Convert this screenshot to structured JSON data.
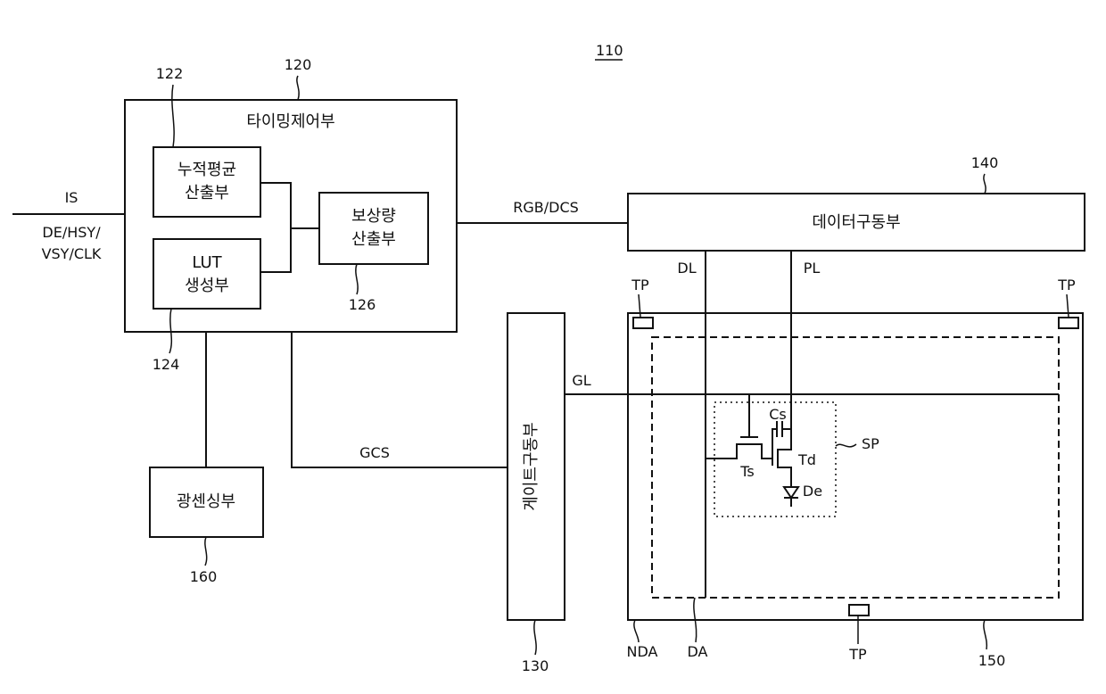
{
  "figure_ref": "110",
  "timing": {
    "ref": "120",
    "title": "타이밍제어부",
    "avg_ref": "122",
    "avg_line1": "누적평균",
    "avg_line2": "산출부",
    "lut_ref": "124",
    "lut_line1": "LUT",
    "lut_line2": "생성부",
    "comp_ref": "126",
    "comp_line1": "보상량",
    "comp_line2": "산출부"
  },
  "inputs": {
    "is": "IS",
    "sync_line1": "DE/HSY/",
    "sync_line2": "VSY/CLK"
  },
  "data_driver": {
    "ref": "140",
    "label": "데이터구동부",
    "signal": "RGB/DCS"
  },
  "gate_driver": {
    "ref": "130",
    "label": "게이트구동부",
    "signal": "GCS"
  },
  "light_sensor": {
    "ref": "160",
    "label": "광센싱부"
  },
  "panel": {
    "ref": "150",
    "dl": "DL",
    "pl": "PL",
    "gl": "GL",
    "tp_left": "TP",
    "tp_right": "TP",
    "tp_bottom": "TP",
    "nda": "NDA",
    "da": "DA",
    "sp": "SP",
    "cs": "Cs",
    "ts": "Ts",
    "td": "Td",
    "de": "De"
  }
}
